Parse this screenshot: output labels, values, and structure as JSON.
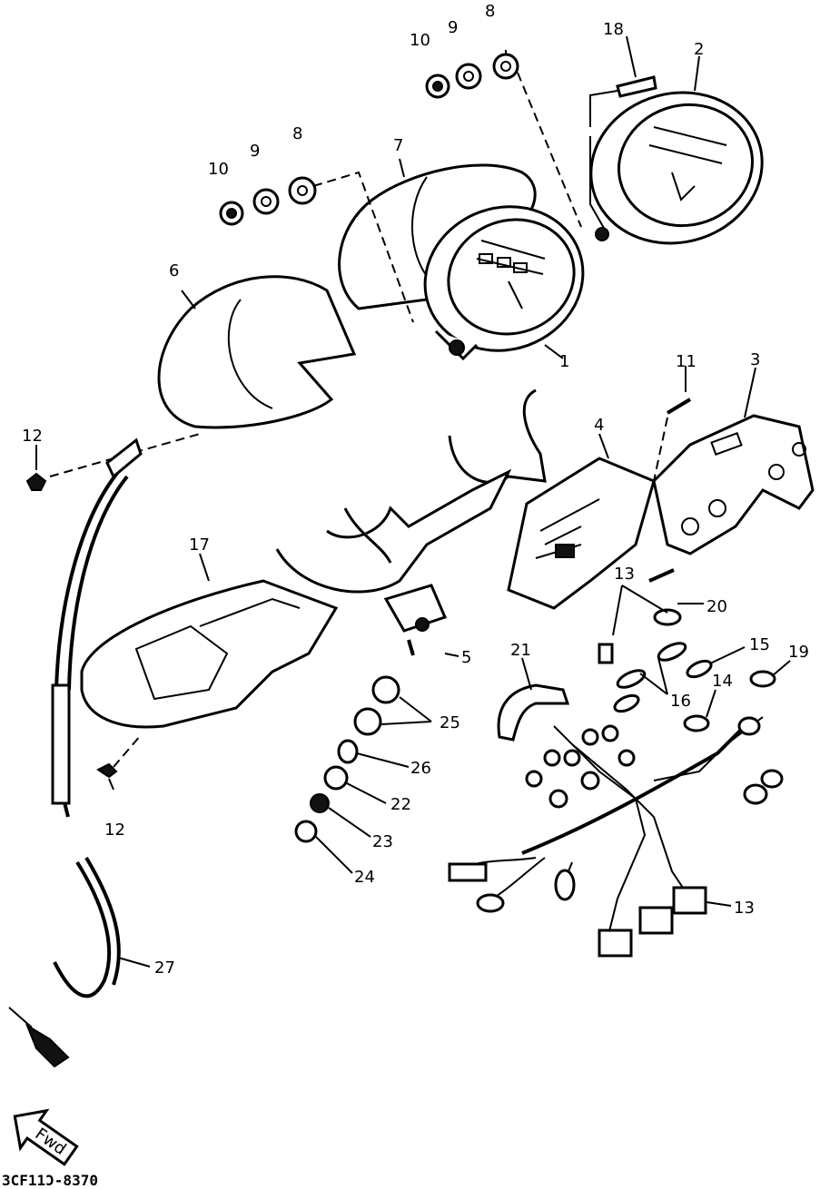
{
  "callouts": [
    "1",
    "2",
    "3",
    "4",
    "5",
    "6",
    "7",
    "8",
    "8",
    "9",
    "9",
    "10",
    "10",
    "11",
    "12",
    "12",
    "13",
    "13",
    "14",
    "15",
    "16",
    "17",
    "18",
    "19",
    "20",
    "21",
    "22",
    "23",
    "24",
    "25",
    "26",
    "27"
  ],
  "arrow_label": "Fwd",
  "diagram_code": "3CF11Ͻ-8370"
}
